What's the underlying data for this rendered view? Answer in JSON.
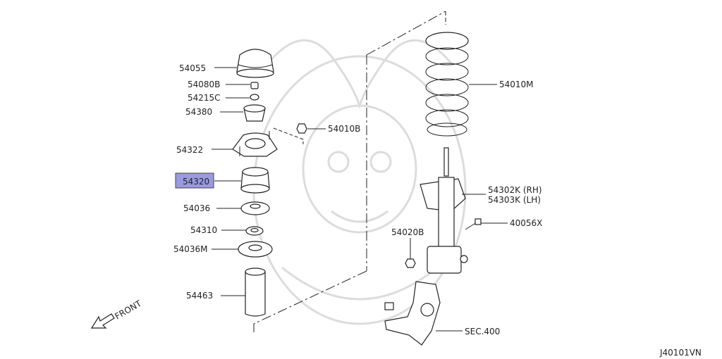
{
  "labels": {
    "p54055": "54055",
    "p54080b": "54080B",
    "p54215c": "54215C",
    "p54380": "54380",
    "p54322": "54322",
    "p54320": "54320",
    "p54036": "54036",
    "p54310": "54310",
    "p54036m": "54036M",
    "p54463": "54463",
    "p54010b": "54010B",
    "p54010m": "54010M",
    "p54302k": "54302K (RH)",
    "p54303k": "54303K (LH)",
    "p40056x": "40056X",
    "p54020b": "54020B",
    "sec400": "SEC.400",
    "front": "FRONT",
    "diagram_id": "J40101VN"
  },
  "colors": {
    "highlight": "#9a9ae0",
    "ink": "#222222",
    "watermark": "#dcdcdc"
  }
}
